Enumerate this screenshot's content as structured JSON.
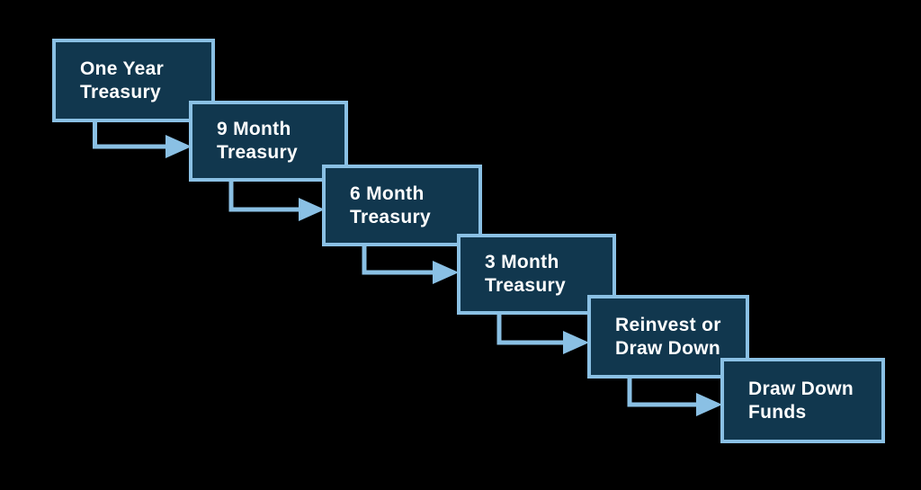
{
  "diagram": {
    "name": "treasury-ladder-flow",
    "colors": {
      "background": "#000000",
      "box_fill": "#11374E",
      "box_border": "#8AC0E4",
      "arrow": "#8AC0E4",
      "text": "#FFFFFF"
    },
    "boxes": [
      {
        "id": "one-year-treasury",
        "line1": "One Year",
        "line2": "Treasury"
      },
      {
        "id": "9-month-treasury",
        "line1": "9 Month",
        "line2": "Treasury"
      },
      {
        "id": "6-month-treasury",
        "line1": "6 Month",
        "line2": "Treasury"
      },
      {
        "id": "3-month-treasury",
        "line1": "3 Month",
        "line2": "Treasury"
      },
      {
        "id": "reinvest-or-draw-down",
        "line1": "Reinvest or",
        "line2": "Draw Down"
      },
      {
        "id": "draw-down-funds",
        "line1": "Draw Down",
        "line2": "Funds"
      }
    ],
    "flow_sequence": [
      "One Year Treasury",
      "9 Month Treasury",
      "6 Month Treasury",
      "3 Month Treasury",
      "Reinvest or Draw Down",
      "Draw Down Funds"
    ]
  }
}
